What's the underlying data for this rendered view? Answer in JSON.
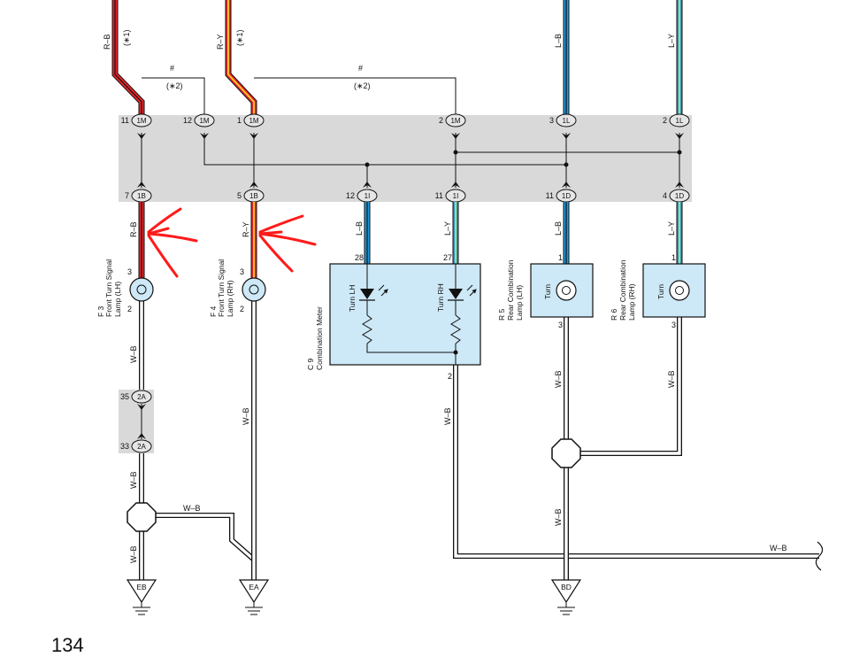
{
  "page_number": "134",
  "wire_codes": {
    "rb": "R–B",
    "ry": "R–Y",
    "lb": "L–B",
    "ly": "L–Y",
    "wb": "W–B"
  },
  "notes": {
    "star1": "(∗1)",
    "star2": "(∗2)",
    "hash": "#"
  },
  "junction_top": [
    {
      "pin": "11",
      "conn": "1M"
    },
    {
      "pin": "12",
      "conn": "1M"
    },
    {
      "pin": "1",
      "conn": "1M"
    },
    {
      "pin": "2",
      "conn": "1M"
    },
    {
      "pin": "3",
      "conn": "1L"
    },
    {
      "pin": "2",
      "conn": "1L"
    }
  ],
  "junction_bottom": [
    {
      "pin": "7",
      "conn": "1B"
    },
    {
      "pin": "5",
      "conn": "1B"
    },
    {
      "pin": "12",
      "conn": "1I"
    },
    {
      "pin": "11",
      "conn": "1I"
    },
    {
      "pin": "11",
      "conn": "1D"
    },
    {
      "pin": "4",
      "conn": "1D"
    }
  ],
  "components": {
    "f3": {
      "id": "F 3",
      "name1": "Front Turn Signal",
      "name2": "Lamp (LH)",
      "pin_in": "3",
      "pin_out": "2"
    },
    "f4": {
      "id": "F 4",
      "name1": "Front Turn Signal",
      "name2": "Lamp (RH)",
      "pin_in": "3",
      "pin_out": "2"
    },
    "c9": {
      "id": "C 9",
      "name": "Combination Meter",
      "pin_lh": "28",
      "pin_rh": "27",
      "pin_gnd": "2",
      "turn_lh": "Turn LH",
      "turn_rh": "Turn RH"
    },
    "r5": {
      "id": "R 5",
      "name1": "Rear Combination",
      "name2": "Lamp (LH)",
      "pin_in": "1",
      "pin_out": "3",
      "label": "Turn"
    },
    "r6": {
      "id": "R 6",
      "name1": "Rear Combination",
      "name2": "Lamp (RH)",
      "pin_in": "1",
      "pin_out": "3",
      "label": "Turn"
    }
  },
  "splice_2a": {
    "top_pin": "35",
    "bottom_pin": "33",
    "conn": "2A"
  },
  "grounds": {
    "eb": "EB",
    "ea": "EA",
    "bd": "BD"
  },
  "colors": {
    "red": "#e8242a",
    "yellow": "#f7df2a",
    "blue": "#1e9be0",
    "black": "#111111",
    "grey_panel": "#d9d9d9",
    "meter_fill": "#cde8f6",
    "annotation": "#ff1a1a"
  }
}
